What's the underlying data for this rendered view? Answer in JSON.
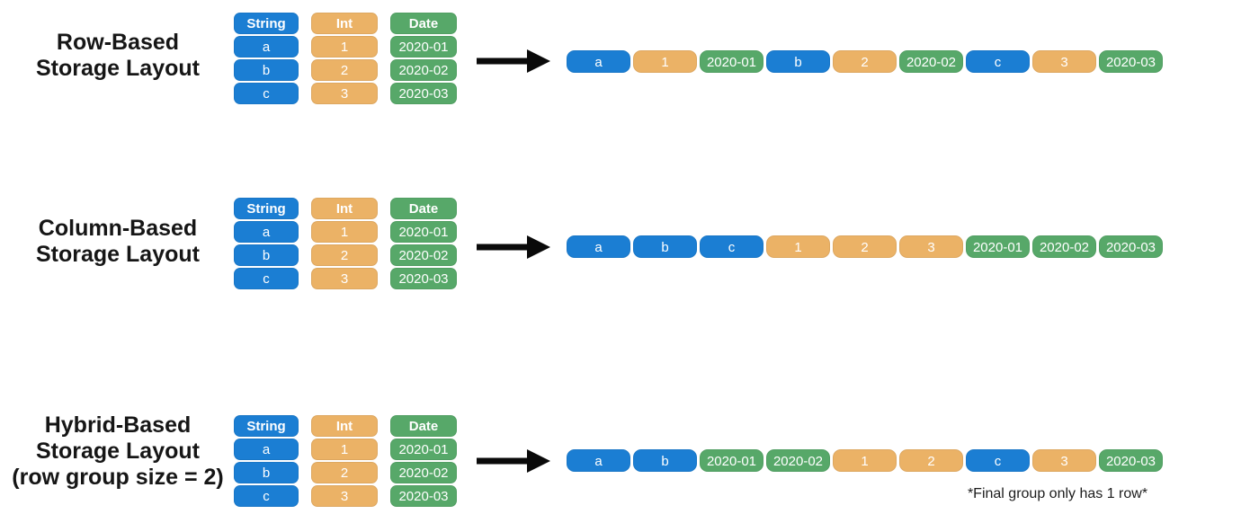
{
  "colors": {
    "blue": "#1b7ed3",
    "orange": "#ebb266",
    "green": "#57a869",
    "arrow_black": "#0a0a0a",
    "title_text": "#161616"
  },
  "table": {
    "columns": [
      {
        "header": "String",
        "color": "blue",
        "values": [
          "a",
          "b",
          "c"
        ]
      },
      {
        "header": "Int",
        "color": "orange",
        "values": [
          "1",
          "2",
          "3"
        ]
      },
      {
        "header": "Date",
        "color": "green",
        "values": [
          "2020-01",
          "2020-02",
          "2020-03"
        ]
      }
    ]
  },
  "sections": [
    {
      "name": "row-based",
      "title_line1": "Row-Based",
      "title_line2": "Storage Layout",
      "sequence": [
        {
          "label": "a",
          "color": "blue"
        },
        {
          "label": "1",
          "color": "orange"
        },
        {
          "label": "2020-01",
          "color": "green"
        },
        {
          "label": "b",
          "color": "blue"
        },
        {
          "label": "2",
          "color": "orange"
        },
        {
          "label": "2020-02",
          "color": "green"
        },
        {
          "label": "c",
          "color": "blue"
        },
        {
          "label": "3",
          "color": "orange"
        },
        {
          "label": "2020-03",
          "color": "green"
        }
      ]
    },
    {
      "name": "column-based",
      "title_line1": "Column-Based",
      "title_line2": "Storage Layout",
      "sequence": [
        {
          "label": "a",
          "color": "blue"
        },
        {
          "label": "b",
          "color": "blue"
        },
        {
          "label": "c",
          "color": "blue"
        },
        {
          "label": "1",
          "color": "orange"
        },
        {
          "label": "2",
          "color": "orange"
        },
        {
          "label": "3",
          "color": "orange"
        },
        {
          "label": "2020-01",
          "color": "green"
        },
        {
          "label": "2020-02",
          "color": "green"
        },
        {
          "label": "2020-03",
          "color": "green"
        }
      ]
    },
    {
      "name": "hybrid-based",
      "title_line1": "Hybrid-Based",
      "title_line2": "Storage Layout",
      "title_line3": "(row group size = 2)",
      "sequence": [
        {
          "label": "a",
          "color": "blue"
        },
        {
          "label": "b",
          "color": "blue"
        },
        {
          "label": "2020-01",
          "color": "green"
        },
        {
          "label": "2020-02",
          "color": "green"
        },
        {
          "label": "1",
          "color": "orange"
        },
        {
          "label": "2",
          "color": "orange"
        },
        {
          "label": "c",
          "color": "blue"
        },
        {
          "label": "3",
          "color": "orange"
        },
        {
          "label": "2020-03",
          "color": "green"
        }
      ],
      "footnote": "*Final group only has 1 row*"
    }
  ]
}
